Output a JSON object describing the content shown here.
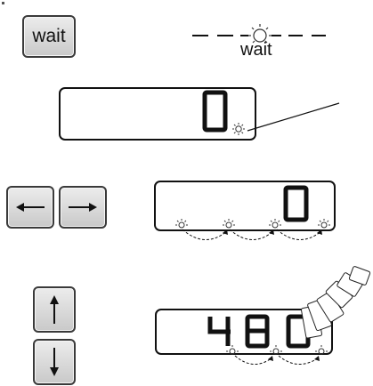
{
  "wait_key": {
    "label": "wait"
  },
  "wait_indicator": {
    "label": "wait"
  },
  "display1": {
    "digits": [
      "0"
    ]
  },
  "display2": {
    "digits": [
      "0"
    ]
  },
  "display3": {
    "digits": [
      "4",
      "8",
      "0"
    ]
  },
  "arrow_keys": {
    "left": "left-arrow-icon",
    "right": "right-arrow-icon",
    "up": "up-arrow-icon",
    "down": "down-arrow-icon"
  },
  "colors": {
    "outline": "#111111",
    "key_fill": "#d9d9d9"
  }
}
